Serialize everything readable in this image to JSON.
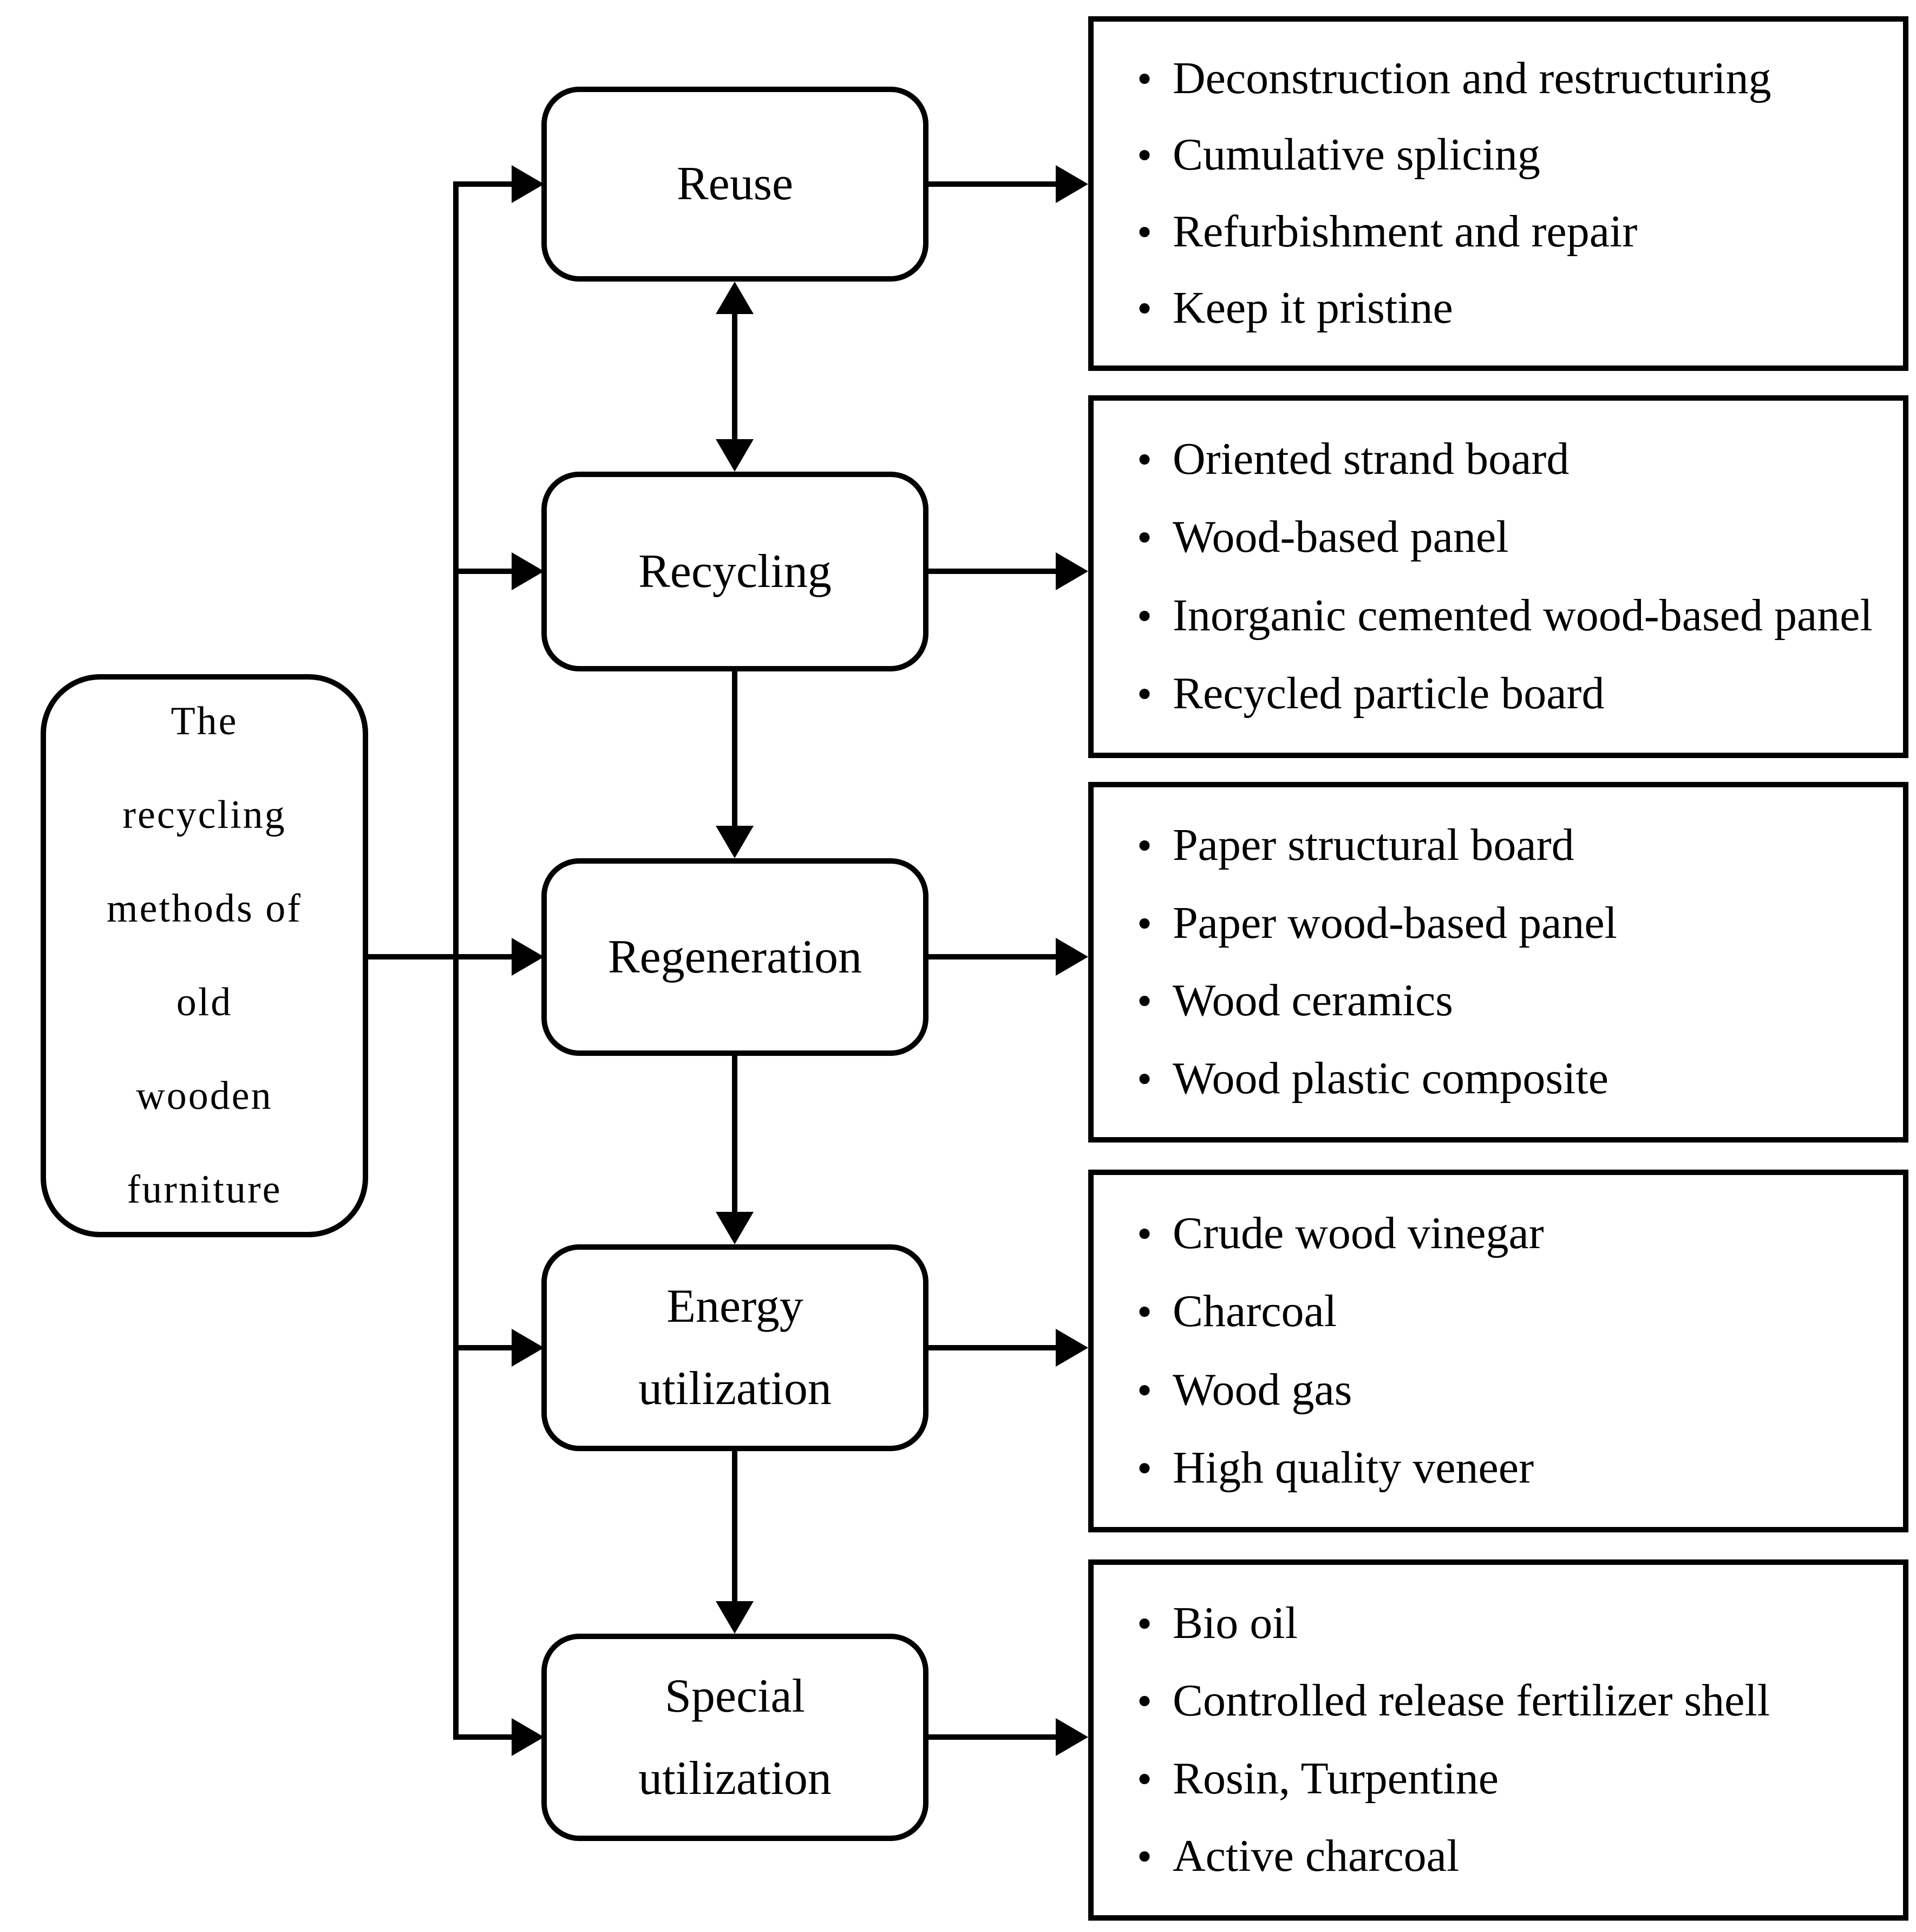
{
  "colors": {
    "line": "#000000",
    "background": "#ffffff",
    "text": "#000000"
  },
  "root": {
    "lines": [
      "The",
      "recycling",
      "methods of",
      "old",
      "wooden",
      "furniture"
    ]
  },
  "methods": [
    {
      "label_lines": [
        "Reuse"
      ],
      "items": [
        "Deconstruction and restructuring",
        "Cumulative splicing",
        "Refurbishment and repair",
        "Keep it pristine"
      ]
    },
    {
      "label_lines": [
        "Recycling"
      ],
      "items": [
        "Oriented strand board",
        "Wood-based panel",
        "Inorganic cemented wood-based panel",
        "Recycled particle board"
      ]
    },
    {
      "label_lines": [
        "Regeneration"
      ],
      "items": [
        "Paper structural board",
        "Paper wood-based panel",
        "Wood ceramics",
        "Wood plastic composite"
      ]
    },
    {
      "label_lines": [
        "Energy",
        "utilization"
      ],
      "items": [
        "Crude wood vinegar",
        "Charcoal",
        "Wood gas",
        "High quality veneer"
      ]
    },
    {
      "label_lines": [
        "Special",
        "utilization"
      ],
      "items": [
        "Bio oil",
        "Controlled release fertilizer shell",
        "Rosin, Turpentine",
        "Active charcoal"
      ]
    }
  ]
}
